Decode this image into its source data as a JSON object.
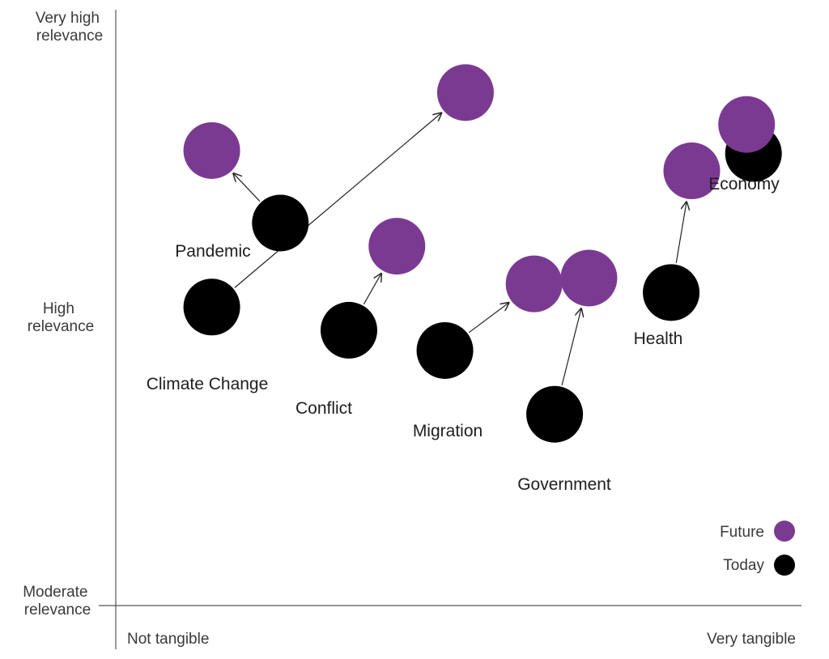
{
  "chart_data": {
    "type": "scatter",
    "title": "",
    "y_axis": {
      "labels": [
        [
          "Very high",
          "relevance"
        ],
        [
          "High",
          "relevance"
        ],
        [
          "Moderate",
          "relevance"
        ]
      ]
    },
    "x_axis": {
      "labels": [
        "Not tangible",
        "Very tangible"
      ]
    },
    "series": [
      {
        "name": "Today",
        "color": "#000000"
      },
      {
        "name": "Future",
        "color": "#7b3a92"
      }
    ],
    "categories": [
      {
        "name": "Pandemic",
        "today": {
          "x": 0.24,
          "y": 1.32
        },
        "future": {
          "x": 0.14,
          "y": 1.57
        }
      },
      {
        "name": "Climate Change",
        "today": {
          "x": 0.14,
          "y": 1.03
        },
        "future": {
          "x": 0.51,
          "y": 1.77
        }
      },
      {
        "name": "Conflict",
        "today": {
          "x": 0.34,
          "y": 0.95
        },
        "future": {
          "x": 0.41,
          "y": 1.24
        }
      },
      {
        "name": "Migration",
        "today": {
          "x": 0.48,
          "y": 0.88
        },
        "future": {
          "x": 0.61,
          "y": 1.11
        }
      },
      {
        "name": "Government",
        "today": {
          "x": 0.64,
          "y": 0.66
        },
        "future": {
          "x": 0.69,
          "y": 1.13
        }
      },
      {
        "name": "Health",
        "today": {
          "x": 0.81,
          "y": 1.08
        },
        "future": {
          "x": 0.84,
          "y": 1.5
        }
      },
      {
        "name": "Economy",
        "today": {
          "x": 0.93,
          "y": 1.56
        },
        "future": {
          "x": 0.92,
          "y": 1.66
        }
      }
    ],
    "legend": [
      "Future",
      "Today"
    ],
    "legend_position": "bottom-right",
    "grid": false
  }
}
